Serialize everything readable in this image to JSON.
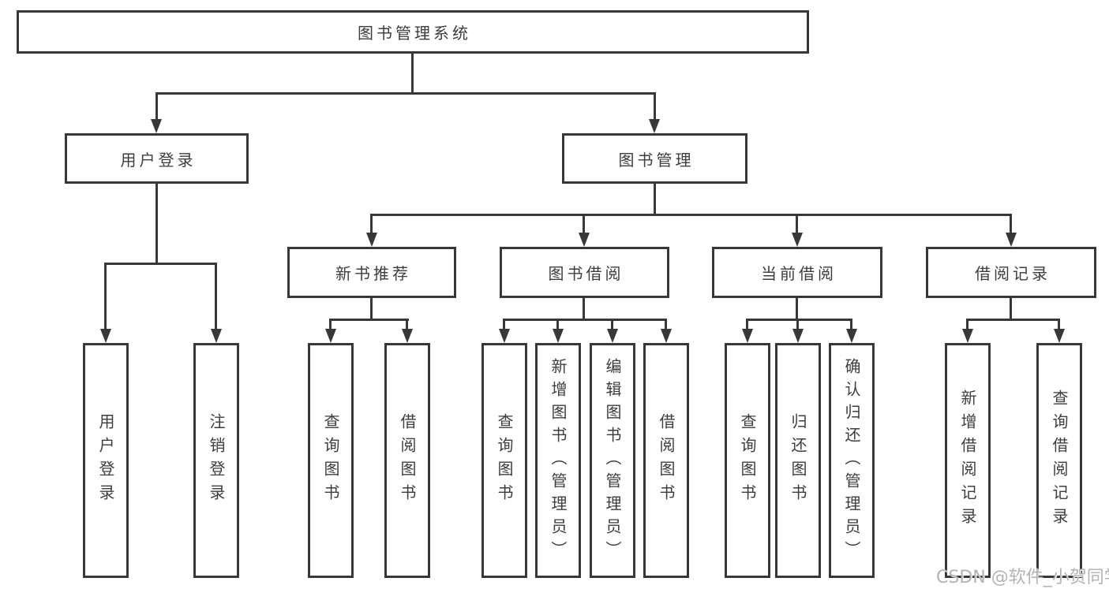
{
  "diagram": {
    "root": "图书管理系统",
    "level1": [
      "用户登录",
      "图书管理"
    ],
    "level2": [
      "新书推荐",
      "图书借阅",
      "当前借阅",
      "借阅记录"
    ],
    "leaves_user_login": [
      "用户登录",
      "注销登录"
    ],
    "leaves_new_book": [
      "查询图书",
      "借阅图书"
    ],
    "leaves_book_borrow": [
      "查询图书",
      "新增图书（管理员）",
      "编辑图书（管理员）",
      "借阅图书"
    ],
    "leaves_current_borrow": [
      "查询图书",
      "归还图书",
      "确认归还（管理员）"
    ],
    "leaves_borrow_record": [
      "新增借阅记录",
      "查询借阅记录"
    ]
  },
  "watermark": {
    "text": "CSDN @软件_小贺同学"
  },
  "colors": {
    "line": "#383838",
    "text": "#3d3d3d",
    "watermark": "#b3b3b3",
    "background": "#ffffff"
  }
}
